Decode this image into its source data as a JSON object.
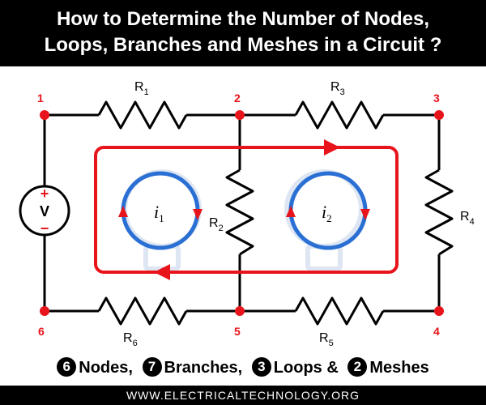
{
  "title": {
    "line1": "How to Determine the Number of Nodes,",
    "line2": "Loops, Branches and Meshes in a Circuit ?"
  },
  "nodes": [
    "1",
    "2",
    "3",
    "4",
    "5",
    "6"
  ],
  "resistors": [
    {
      "letter": "R",
      "sub": "1"
    },
    {
      "letter": "R",
      "sub": "2"
    },
    {
      "letter": "R",
      "sub": "3"
    },
    {
      "letter": "R",
      "sub": "4"
    },
    {
      "letter": "R",
      "sub": "5"
    },
    {
      "letter": "R",
      "sub": "6"
    }
  ],
  "source": {
    "label": "V",
    "plus": "+",
    "minus": "−"
  },
  "currents": [
    {
      "letter": "i",
      "sub": "1"
    },
    {
      "letter": "i",
      "sub": "2"
    }
  ],
  "summary": [
    {
      "count": "6",
      "text": "Nodes,"
    },
    {
      "count": "7",
      "text": "Branches,"
    },
    {
      "count": "3",
      "text": "Loops &"
    },
    {
      "count": "2",
      "text": "Meshes"
    }
  ],
  "footer": "WWW.ELECTRICALTECHNOLOGY.ORG",
  "colors": {
    "node": "#e8141b",
    "loop": "#e8141b",
    "mesh": "#2a6fd4",
    "wire": "#000000",
    "watermark": "#dde6f2"
  }
}
